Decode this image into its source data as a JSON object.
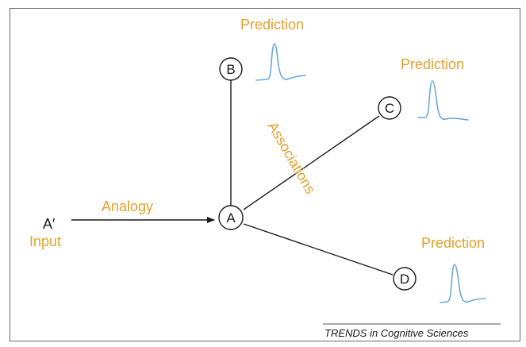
{
  "nodes": {
    "a": "A",
    "b": "B",
    "c": "C",
    "d": "D"
  },
  "input": {
    "symbol": "A′",
    "label": "Input"
  },
  "analogy_label": "Analogy",
  "associations_label": "Associations",
  "predictions": [
    "Prediction",
    "Prediction",
    "Prediction"
  ],
  "footer": "TRENDS in Cognitive Sciences",
  "colors": {
    "label_orange": "#e3a02a",
    "waveform_blue": "#6aa8d8",
    "line_black": "#1a1a1a"
  }
}
